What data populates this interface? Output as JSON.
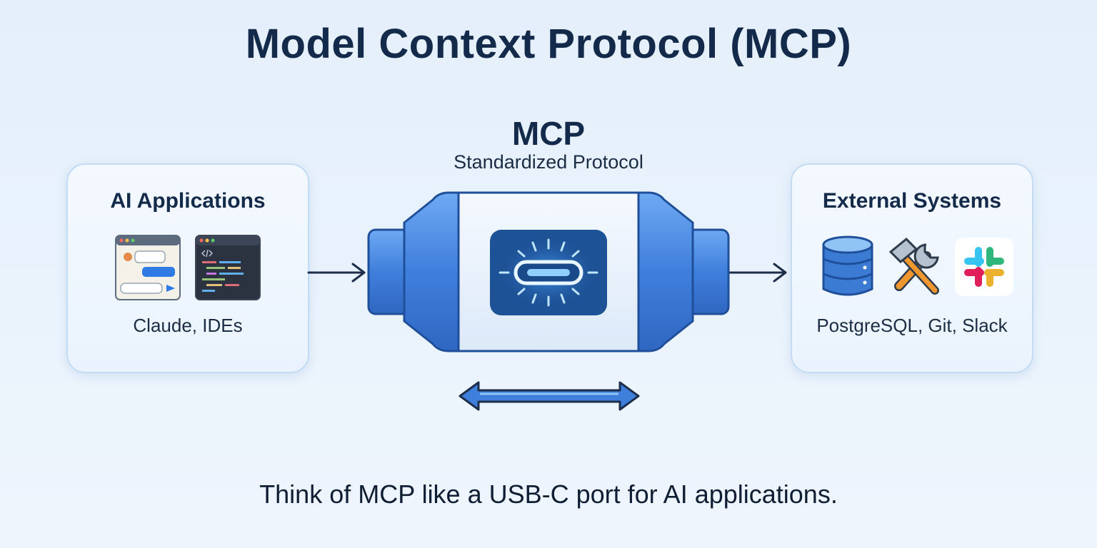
{
  "title": "Model Context Protocol (MCP)",
  "mcp": {
    "label": "MCP",
    "subtitle": "Standardized Protocol"
  },
  "left_card": {
    "title": "AI Applications",
    "caption": "Claude, IDEs",
    "icons": [
      "chat-window-icon",
      "code-editor-icon"
    ]
  },
  "right_card": {
    "title": "External Systems",
    "caption": "PostgreSQL, Git, Slack",
    "icons": [
      "database-icon",
      "tools-icon",
      "slack-icon"
    ]
  },
  "footer": "Think of MCP like a USB-C port for AI applications.",
  "colors": {
    "text": "#132a4a",
    "connector_blue": "#3f7fdc",
    "connector_dark": "#1f4f9a",
    "port_bg": "#1e5296",
    "glow": "#bfe6ff",
    "card_border": "#c3dbf3"
  }
}
